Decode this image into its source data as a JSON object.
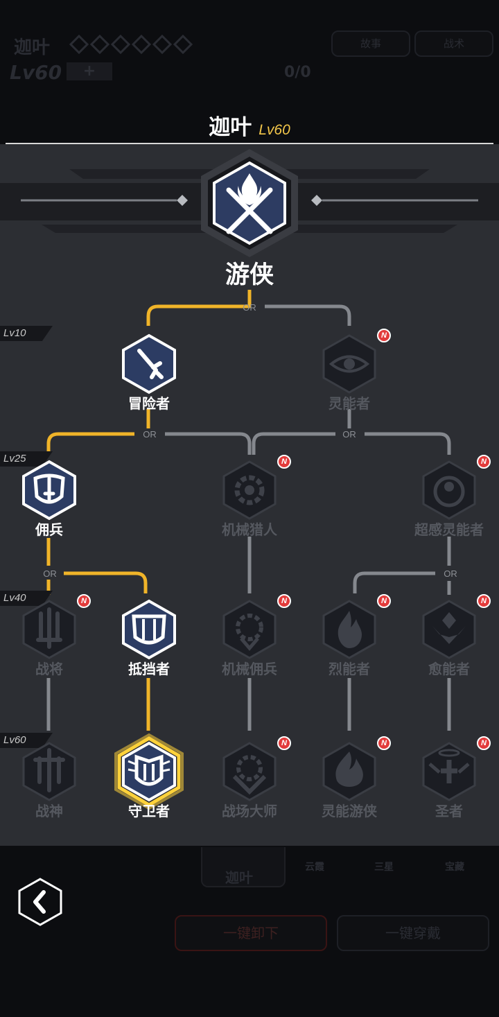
{
  "background": {
    "hero_name": "迦叶",
    "hero_level": "Lv60",
    "progress": "0/0",
    "story_button": "故事",
    "tactics_button": "战术",
    "card_name": "迦叶",
    "tab_labels": [
      "云霞",
      "三星",
      "宝藏"
    ],
    "unequip_all_button": "一键卸下",
    "equip_all_button": "一键穿戴"
  },
  "header": {
    "hero_name": "迦叶",
    "hero_level": "Lv60"
  },
  "tree": {
    "root": {
      "label": "游侠",
      "icon": "crossed-swords-flame-icon"
    },
    "or_label": "OR",
    "new_badge": "N",
    "levels": [
      "Lv10",
      "Lv25",
      "Lv40",
      "Lv60"
    ],
    "nodes": [
      {
        "id": "adventurer",
        "label": "冒险者",
        "icon": "sword-icon",
        "state": "unlocked"
      },
      {
        "id": "psionic",
        "label": "灵能者",
        "icon": "eye-icon",
        "state": "locked",
        "new": true
      },
      {
        "id": "mercenary",
        "label": "佣兵",
        "icon": "sword-shield-icon",
        "state": "unlocked"
      },
      {
        "id": "mech-hunter",
        "label": "机械猎人",
        "icon": "gear-icon",
        "state": "locked",
        "new": true
      },
      {
        "id": "super-psionic",
        "label": "超感灵能者",
        "icon": "orb-icon",
        "state": "locked",
        "new": true
      },
      {
        "id": "general",
        "label": "战将",
        "icon": "blades-icon",
        "state": "locked",
        "new": true
      },
      {
        "id": "blocker",
        "label": "抵挡者",
        "icon": "heavy-shield-icon",
        "state": "unlocked"
      },
      {
        "id": "mech-mercenary",
        "label": "机械佣兵",
        "icon": "gear-target-icon",
        "state": "locked",
        "new": true
      },
      {
        "id": "flame-psionic",
        "label": "烈能者",
        "icon": "flame-icon",
        "state": "locked",
        "new": true
      },
      {
        "id": "healer",
        "label": "愈能者",
        "icon": "diamond-wings-icon",
        "state": "locked",
        "new": true
      },
      {
        "id": "war-god",
        "label": "战神",
        "icon": "greatblade-icon",
        "state": "locked"
      },
      {
        "id": "guardian",
        "label": "守卫者",
        "icon": "winged-shield-icon",
        "state": "current"
      },
      {
        "id": "battle-master",
        "label": "战场大师",
        "icon": "gear-crown-icon",
        "state": "locked",
        "new": true
      },
      {
        "id": "psionic-ranger",
        "label": "灵能游侠",
        "icon": "blaze-icon",
        "state": "locked",
        "new": true
      },
      {
        "id": "saint",
        "label": "圣者",
        "icon": "halo-cross-icon",
        "state": "locked",
        "new": true
      }
    ]
  },
  "colors": {
    "path_active": "#f0b429",
    "path_inactive": "#85888e",
    "node_unlocked_fill": "#2c3c63",
    "node_locked_fill": "#1b1d23",
    "current_glow": "#ffd23a",
    "panel": "#2c2e33"
  }
}
